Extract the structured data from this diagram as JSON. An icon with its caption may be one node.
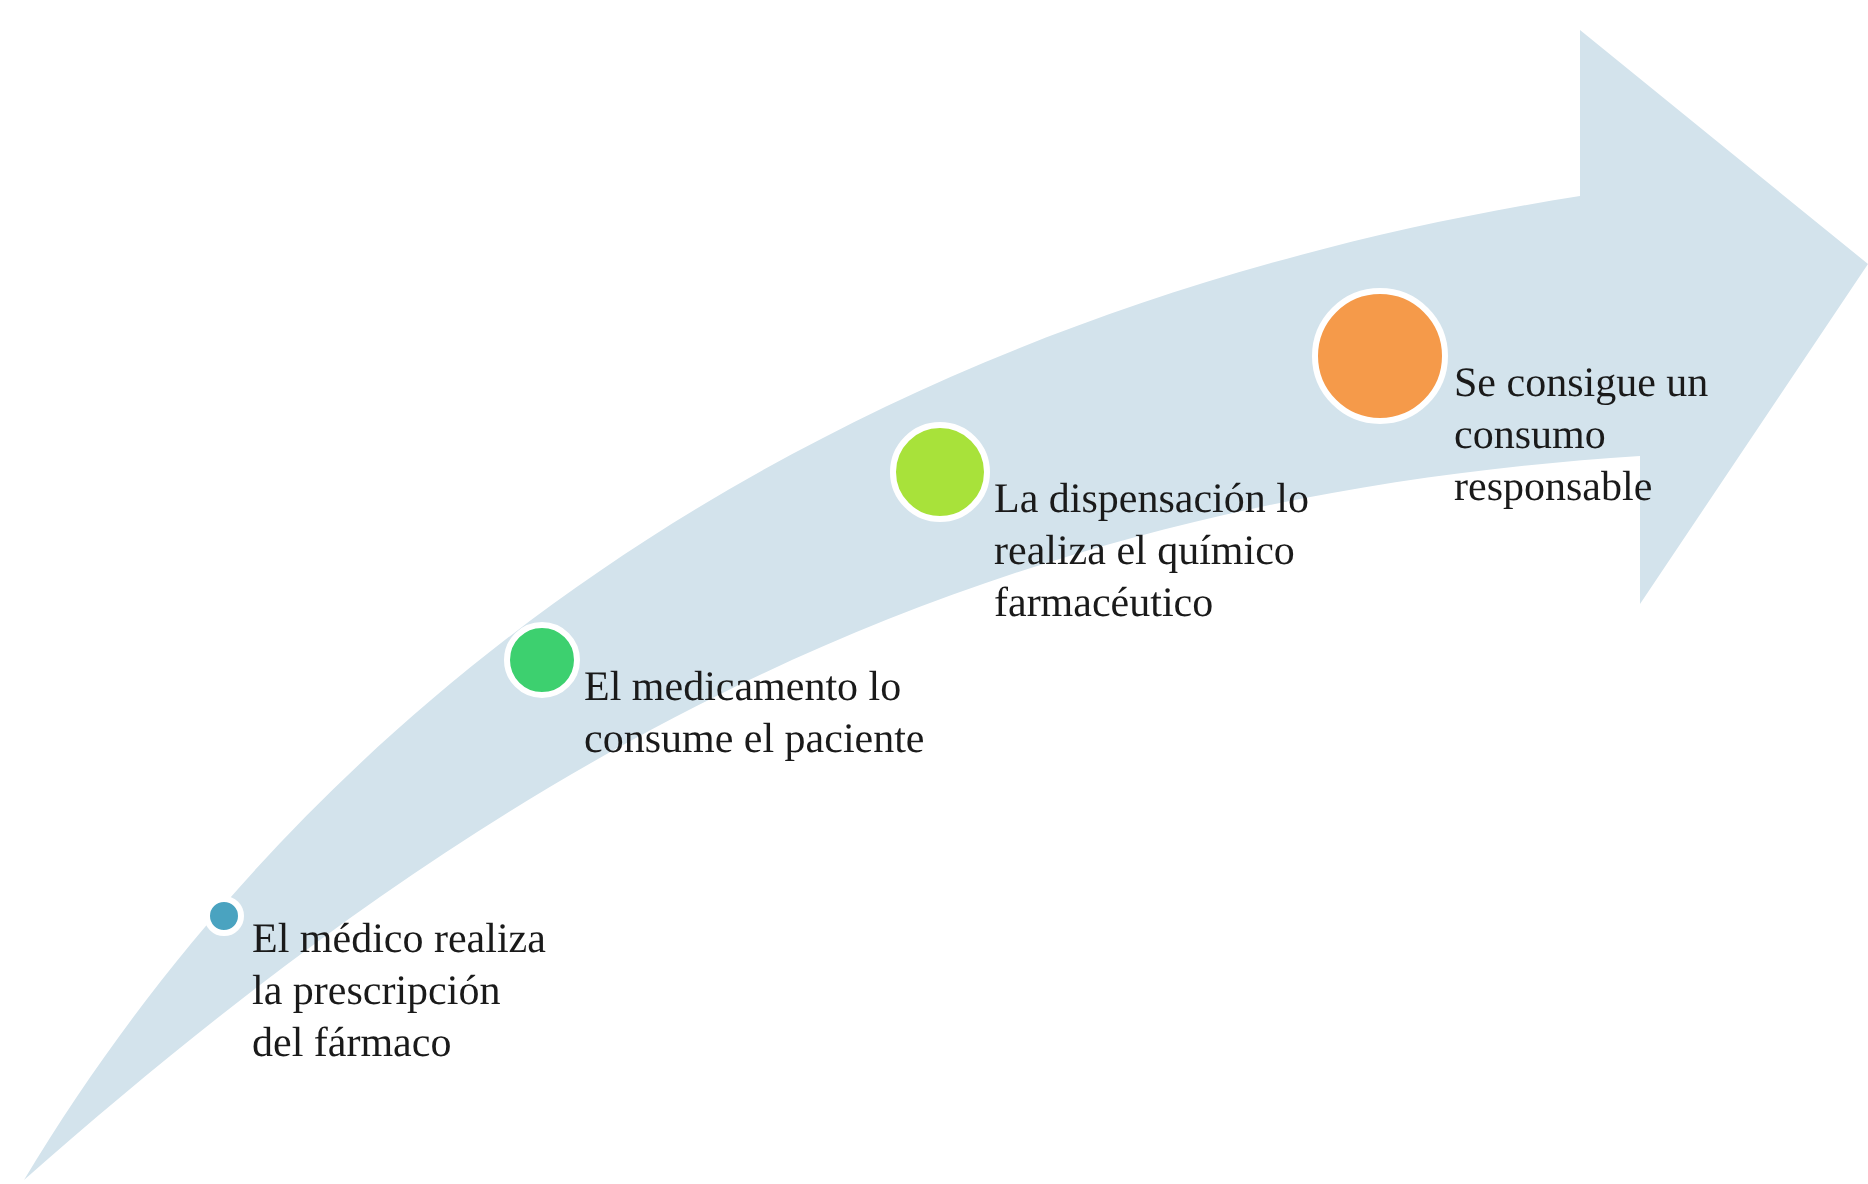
{
  "diagram": {
    "nodes": [
      {
        "text": [
          "El médico realiza la prescripción del fármaco"
        ]
      },
      {
        "text": [
          "El medicamento lo consume el paciente"
        ]
      },
      {
        "text": [
          "La dispensación lo realiza el químico farmacéutico"
        ]
      },
      {
        "text": [
          "Se consigue un consumo responsable"
        ]
      }
    ]
  }
}
